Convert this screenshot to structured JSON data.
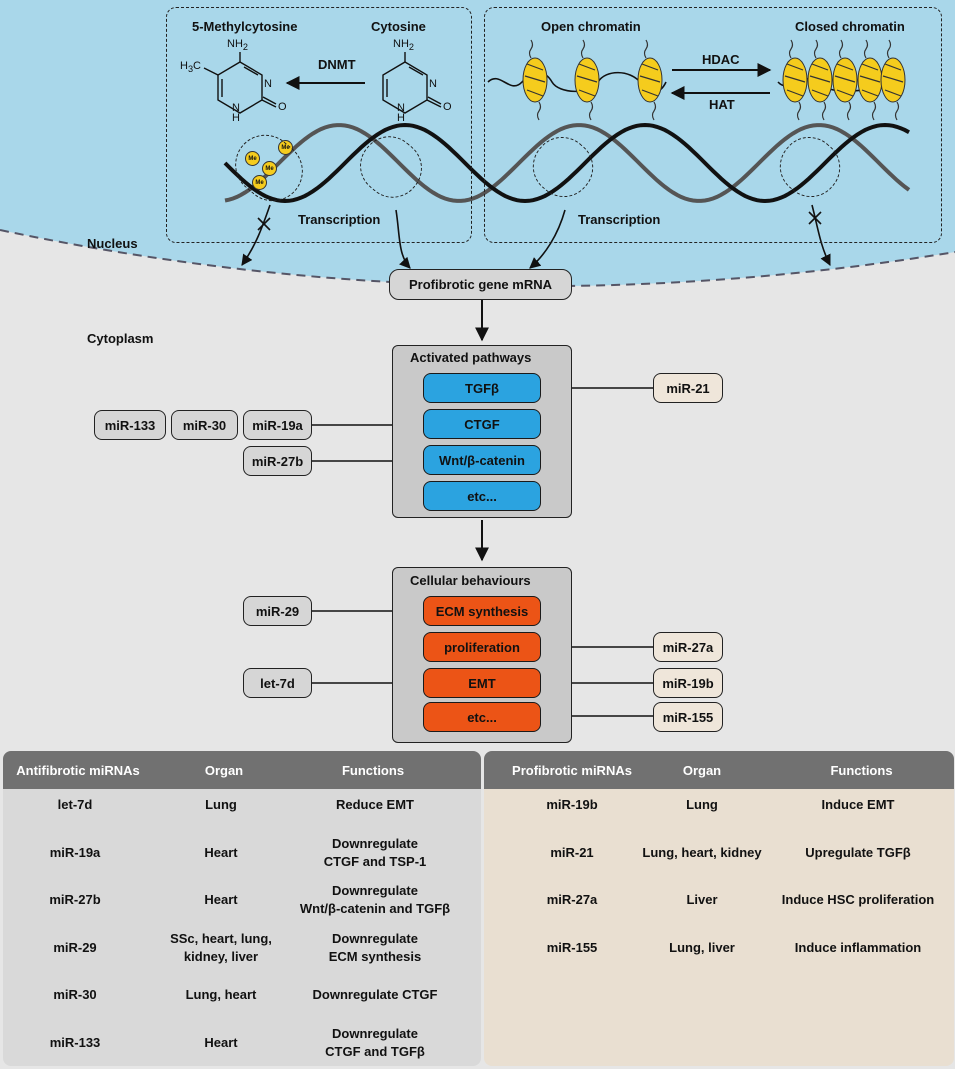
{
  "nucleus": {
    "label": "Nucleus",
    "methylation": {
      "left_label": "5-Methylcytosine",
      "right_label": "Cytosine",
      "enzyme": "DNMT",
      "me_marks": [
        "Me",
        "Me",
        "Me",
        "Me"
      ],
      "transcription": "Transcription"
    },
    "chromatin": {
      "left_label": "Open chromatin",
      "right_label": "Closed chromatin",
      "forward_enzyme": "HDAC",
      "reverse_enzyme": "HAT",
      "transcription": "Transcription"
    },
    "mrna": "Profibrotic gene mRNA"
  },
  "cytoplasm": {
    "label": "Cytoplasm",
    "pathways": {
      "title": "Activated pathways",
      "items": [
        "TGFβ",
        "CTGF",
        "Wnt/β-catenin",
        "etc..."
      ]
    },
    "behaviours": {
      "title": "Cellular behaviours",
      "items": [
        "ECM synthesis",
        "proliferation",
        "EMT",
        "etc..."
      ]
    },
    "inhibitors_ctgf": [
      "miR-133",
      "miR-30",
      "miR-19a"
    ],
    "inhibitor_wnt": "miR-27b",
    "activator_tgfb": "miR-21",
    "inhibitor_ecm": "miR-29",
    "inhibitor_emt": "let-7d",
    "activator_prolif": "miR-27a",
    "activator_emt": "miR-19b",
    "activator_etc": "miR-155"
  },
  "colors": {
    "nucleus_bg": "#a9d7ea",
    "cytoplasm_bg": "#e6e6e6",
    "pathway": "#2ba3e0",
    "behaviour": "#ec5416",
    "histone": "#f5cc1d",
    "anti_bg": "#d9d9d9",
    "pro_bg": "#e9dfd1",
    "table_header": "#717171"
  },
  "anti_table": {
    "headers": [
      "Antifibrotic miRNAs",
      "Organ",
      "Functions"
    ],
    "rows": [
      {
        "mirna": "let-7d",
        "organ": [
          "Lung"
        ],
        "function": [
          "Reduce EMT"
        ]
      },
      {
        "mirna": "miR-19a",
        "organ": [
          "Heart"
        ],
        "function": [
          "Downregulate",
          "CTGF and TSP-1"
        ]
      },
      {
        "mirna": "miR-27b",
        "organ": [
          "Heart"
        ],
        "function": [
          "Downregulate",
          "Wnt/β-catenin and TGFβ"
        ]
      },
      {
        "mirna": "miR-29",
        "organ": [
          "SSc, heart, lung,",
          "kidney, liver"
        ],
        "function": [
          "Downregulate",
          "ECM synthesis"
        ]
      },
      {
        "mirna": "miR-30",
        "organ": [
          "Lung, heart"
        ],
        "function": [
          "Downregulate CTGF"
        ]
      },
      {
        "mirna": "miR-133",
        "organ": [
          "Heart"
        ],
        "function": [
          "Downregulate",
          "CTGF and TGFβ"
        ]
      }
    ]
  },
  "pro_table": {
    "headers": [
      "Profibrotic miRNAs",
      "Organ",
      "Functions"
    ],
    "rows": [
      {
        "mirna": "miR-19b",
        "organ": [
          "Lung"
        ],
        "function": [
          "Induce EMT"
        ]
      },
      {
        "mirna": "miR-21",
        "organ": [
          "Lung, heart, kidney"
        ],
        "function": [
          "Upregulate TGFβ"
        ]
      },
      {
        "mirna": "miR-27a",
        "organ": [
          "Liver"
        ],
        "function": [
          "Induce HSC proliferation"
        ]
      },
      {
        "mirna": "miR-155",
        "organ": [
          "Lung, liver"
        ],
        "function": [
          "Induce inflammation"
        ]
      }
    ]
  }
}
